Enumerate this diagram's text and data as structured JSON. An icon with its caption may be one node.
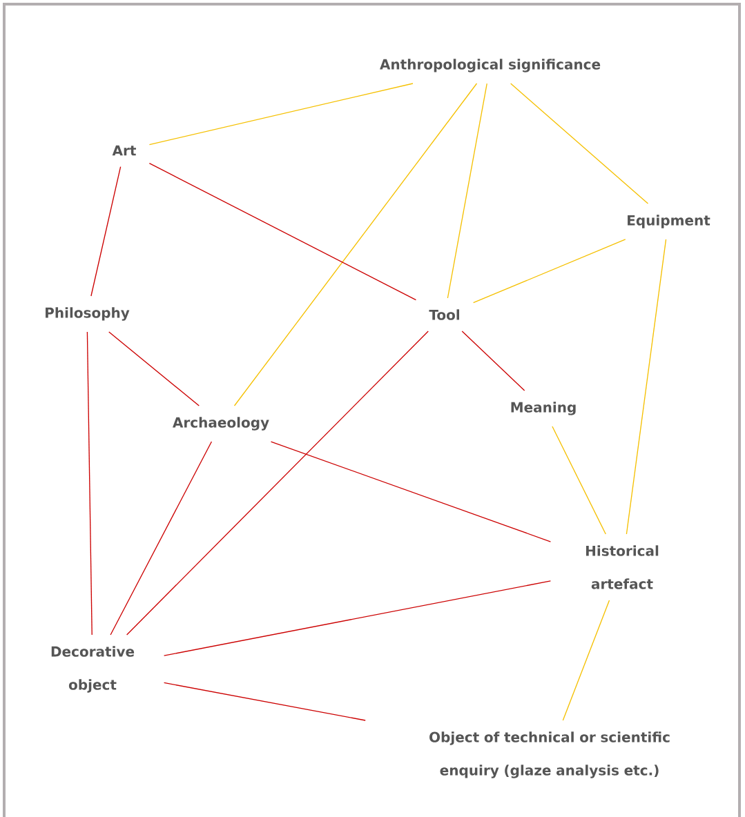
{
  "diagram": {
    "nodes": [
      {
        "text": [
          "Anthropological significance"
        ]
      },
      {
        "text": [
          "Art"
        ]
      },
      {
        "text": [
          "Equipment"
        ]
      },
      {
        "text": [
          "Philosophy"
        ]
      },
      {
        "text": [
          "Tool"
        ]
      },
      {
        "text": [
          "Meaning"
        ]
      },
      {
        "text": [
          "Archaeology"
        ]
      },
      {
        "text": [
          "Historical artefact"
        ]
      },
      {
        "text": [
          "Decorative object"
        ]
      },
      {
        "text": [
          "Object of technical or scientific enquiry (glaze analysis etc.)"
        ]
      }
    ],
    "edges": [
      {
        "from": 1,
        "to": 0,
        "arrow": "none",
        "color": "#f5c000"
      },
      {
        "from": 6,
        "to": 0,
        "arrow": "none",
        "color": "#f5c000"
      },
      {
        "from": 4,
        "to": 0,
        "arrow": "none",
        "color": "#f5c000"
      },
      {
        "from": 2,
        "to": 0,
        "arrow": "none",
        "color": "#f5c000"
      },
      {
        "from": 1,
        "to": 3,
        "arrow": "none"
      },
      {
        "from": 1,
        "to": 4,
        "arrow": "none"
      },
      {
        "from": 4,
        "to": 2,
        "arrow": "none",
        "color": "#f5c000"
      },
      {
        "from": 7,
        "to": 2,
        "arrow": "none",
        "color": "#f5c000"
      },
      {
        "from": 3,
        "to": 6,
        "arrow": "none"
      },
      {
        "from": 3,
        "to": 8,
        "arrow": "none"
      },
      {
        "from": 4,
        "to": 5,
        "arrow": "none"
      },
      {
        "from": 4,
        "to": 8,
        "arrow": "none"
      },
      {
        "from": 5,
        "to": 7,
        "arrow": "none",
        "color": "#f5c000"
      },
      {
        "from": 6,
        "to": 8,
        "arrow": "none"
      },
      {
        "from": 6,
        "to": 7,
        "arrow": "none"
      },
      {
        "from": 7,
        "to": 8,
        "arrow": "none"
      },
      {
        "from": 7,
        "to": 9,
        "arrow": "none",
        "color": "#f5c000"
      },
      {
        "from": 8,
        "to": 9,
        "arrow": "none"
      }
    ]
  }
}
